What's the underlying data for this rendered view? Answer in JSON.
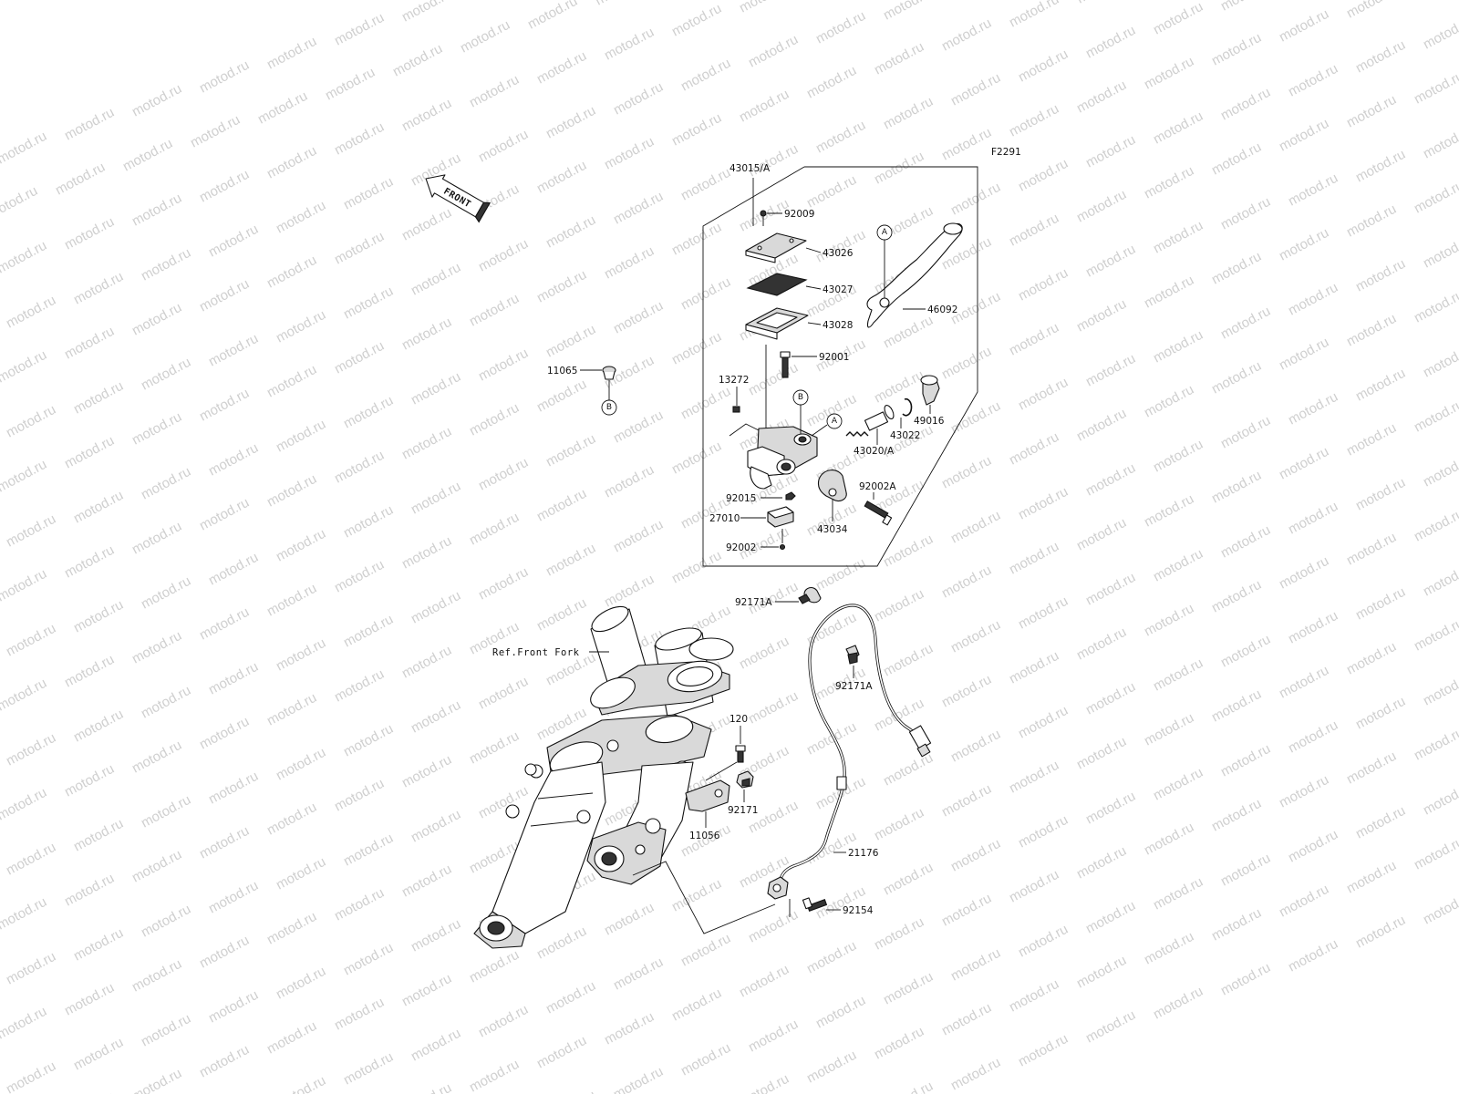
{
  "watermark": {
    "text": "motod.ru",
    "color": "#cfcfcf"
  },
  "figure_code": "F2291",
  "front_arrow": {
    "text": "FRONT"
  },
  "reference_note": "Ref.Front Fork",
  "parts": [
    {
      "id": "p43015A",
      "label": "43015/A"
    },
    {
      "id": "p92009",
      "label": "92009"
    },
    {
      "id": "p43026",
      "label": "43026"
    },
    {
      "id": "p43027",
      "label": "43027"
    },
    {
      "id": "p43028",
      "label": "43028"
    },
    {
      "id": "p46092",
      "label": "46092"
    },
    {
      "id": "p92001",
      "label": "92001"
    },
    {
      "id": "p11065",
      "label": "11065"
    },
    {
      "id": "p13272",
      "label": "13272"
    },
    {
      "id": "p49016",
      "label": "49016"
    },
    {
      "id": "p43022",
      "label": "43022"
    },
    {
      "id": "p43020A",
      "label": "43020/A"
    },
    {
      "id": "p92002A",
      "label": "92002A"
    },
    {
      "id": "p92015",
      "label": "92015"
    },
    {
      "id": "p27010",
      "label": "27010"
    },
    {
      "id": "p43034",
      "label": "43034"
    },
    {
      "id": "p92002",
      "label": "92002"
    },
    {
      "id": "p92171A_1",
      "label": "92171A"
    },
    {
      "id": "p92171A_2",
      "label": "92171A"
    },
    {
      "id": "p120",
      "label": "120"
    },
    {
      "id": "p92171",
      "label": "92171"
    },
    {
      "id": "p11056",
      "label": "11056"
    },
    {
      "id": "p21176",
      "label": "21176"
    },
    {
      "id": "p92154",
      "label": "92154"
    }
  ],
  "callouts": {
    "A": "A",
    "B": "B"
  }
}
